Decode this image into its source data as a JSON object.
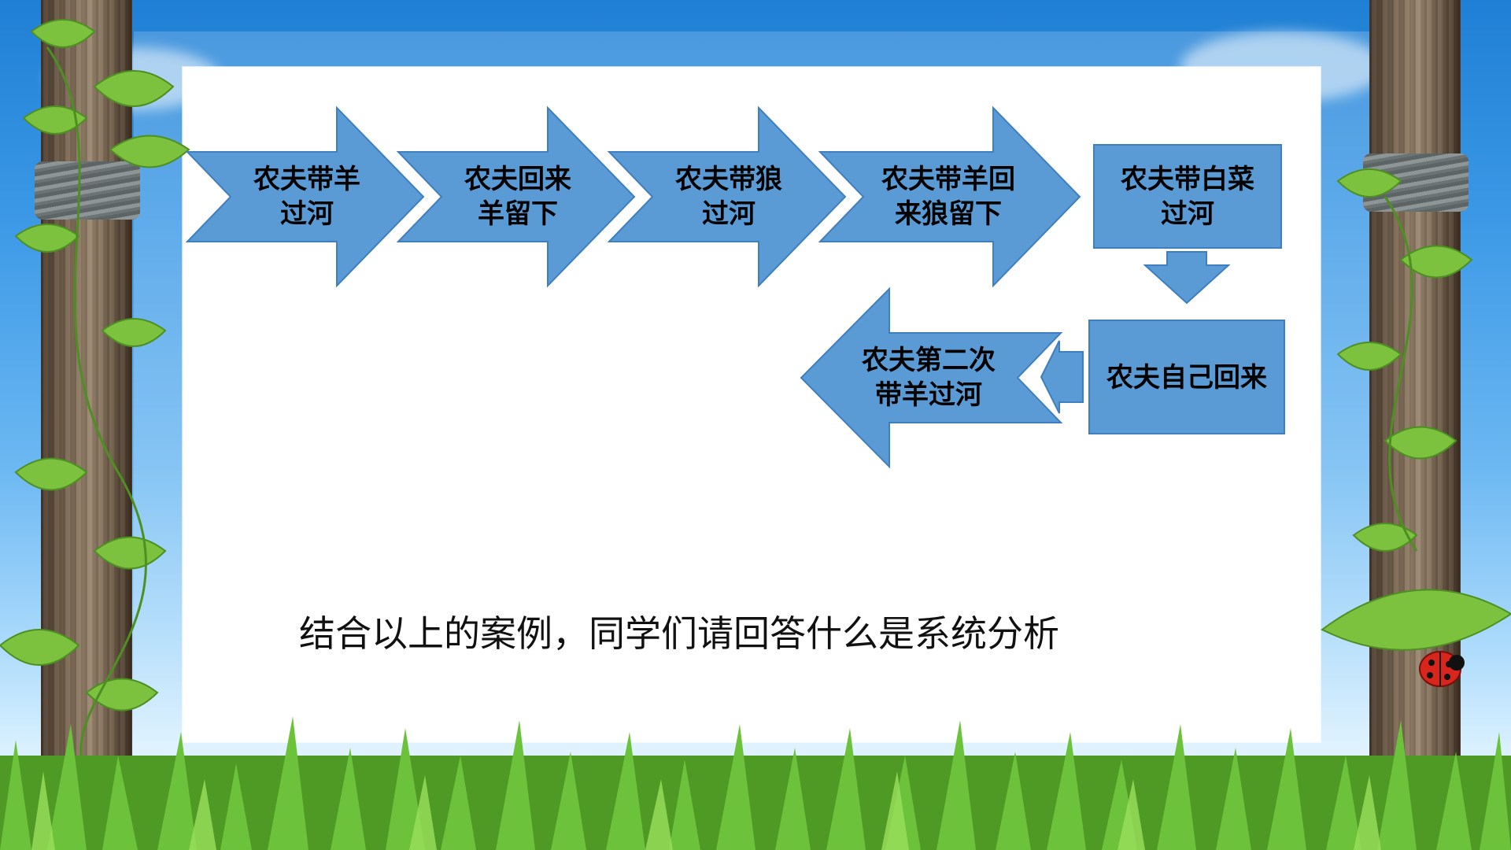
{
  "diagram": {
    "steps": [
      {
        "id": "s1",
        "line1": "农夫带羊",
        "line2": "过河"
      },
      {
        "id": "s2",
        "line1": "农夫回来",
        "line2": "羊留下"
      },
      {
        "id": "s3",
        "line1": "农夫带狼",
        "line2": "过河"
      },
      {
        "id": "s4",
        "line1": "农夫带羊回",
        "line2": "来狼留下"
      },
      {
        "id": "s5",
        "line1": "农夫带白菜",
        "line2": "过河"
      },
      {
        "id": "s6",
        "line1": "农夫自己回来",
        "line2": ""
      },
      {
        "id": "s7",
        "line1": "农夫第二次",
        "line2": "带羊过河"
      }
    ]
  },
  "question": "结合以上的案例，同学们请回答什么是系统分析",
  "colors": {
    "shape_fill": "#5b9bd5",
    "shape_stroke": "#3f7fbf",
    "sky_top": "#1f7fd4",
    "grass": "#5fae2e"
  },
  "decor": {
    "left_post": "wooden-post",
    "right_post": "wooden-post",
    "ladybug": "ladybug-icon"
  }
}
